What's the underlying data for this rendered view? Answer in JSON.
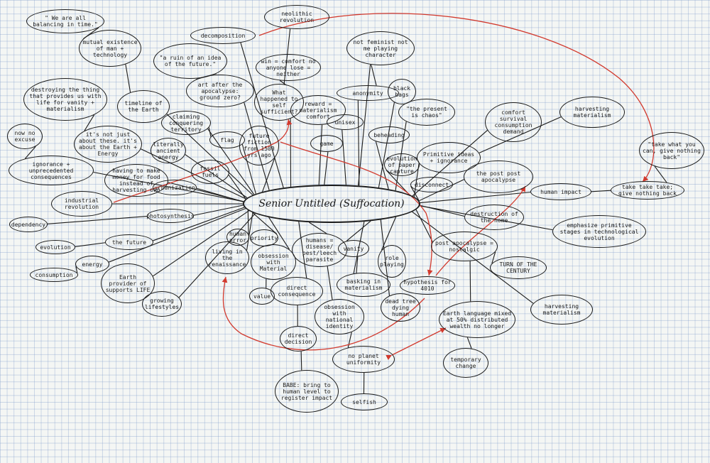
{
  "colors": {
    "ink": "#1b1b1b",
    "red": "#d23a2e",
    "grid": "#8fa7d1",
    "paper": "#f4f6f4"
  },
  "center": "Senior Untitled (Suffocation)",
  "nodes": [
    {
      "id": "n1",
      "text": "\" We are all balancing in time.\""
    },
    {
      "id": "n2",
      "text": "neolithic revolution"
    },
    {
      "id": "n3",
      "text": "decomposition"
    },
    {
      "id": "n4",
      "text": "mutual existence of man + technology"
    },
    {
      "id": "n5",
      "text": "not feminist not me playing character"
    },
    {
      "id": "n6",
      "text": "\"a ruin of an idea of the future.\""
    },
    {
      "id": "n7",
      "text": "win = comfort no anyone lose = neither"
    },
    {
      "id": "n8",
      "text": "art after the apocalypse: ground zero?"
    },
    {
      "id": "n9",
      "text": "What happened to self sufficient?"
    },
    {
      "id": "n10",
      "text": "reward = materialism comfort"
    },
    {
      "id": "n11",
      "text": "destroying the thing that provides us with life for vanity + materialism"
    },
    {
      "id": "n12",
      "text": "timeline of the Earth"
    },
    {
      "id": "n13",
      "text": "anonymity"
    },
    {
      "id": "n14",
      "text": "black bags"
    },
    {
      "id": "n15",
      "text": "unisex"
    },
    {
      "id": "n16",
      "text": "\"the present is chaos\""
    },
    {
      "id": "n17",
      "text": "comfort survival consumption demand"
    },
    {
      "id": "n18",
      "text": "harvesting materialism"
    },
    {
      "id": "n19",
      "text": "claiming conquering territory"
    },
    {
      "id": "n20",
      "text": "flag"
    },
    {
      "id": "n21",
      "text": "future fiction from 1500 yrs ago"
    },
    {
      "id": "n22",
      "text": "game"
    },
    {
      "id": "n23",
      "text": "beheading"
    },
    {
      "id": "n24",
      "text": "now no excuse"
    },
    {
      "id": "n25",
      "text": "it's not just about these. it's about the Earth + Energy"
    },
    {
      "id": "n26",
      "text": "literally ancient energy"
    },
    {
      "id": "n27",
      "text": "Primitive ideas + ignorance"
    },
    {
      "id": "n28",
      "text": "evolution of paper capture"
    },
    {
      "id": "n29",
      "text": "\"take what you can, give nothing back\""
    },
    {
      "id": "n30",
      "text": "fossil fuels"
    },
    {
      "id": "n31",
      "text": "ignorance + unprecedented consequences"
    },
    {
      "id": "n32",
      "text": "having to make money for food instead of harvesting own"
    },
    {
      "id": "n33",
      "text": "disconnect"
    },
    {
      "id": "n34",
      "text": "the post post apocalypse"
    },
    {
      "id": "n35",
      "text": "urbanization"
    },
    {
      "id": "n36",
      "text": "human impact"
    },
    {
      "id": "n37",
      "text": "take take take; give nothing back"
    },
    {
      "id": "n38",
      "text": "industrial revolution"
    },
    {
      "id": "n39",
      "text": "photosynthesis"
    },
    {
      "id": "n40",
      "text": "destruction of the home"
    },
    {
      "id": "n41",
      "text": "dependency"
    },
    {
      "id": "n42",
      "text": "emphasize primitive stages in technological evolution"
    },
    {
      "id": "n43",
      "text": "human error"
    },
    {
      "id": "n44",
      "text": "priority"
    },
    {
      "id": "n45",
      "text": "humans = disease/ pest/leech parasite"
    },
    {
      "id": "n46",
      "text": "vanity"
    },
    {
      "id": "n47",
      "text": "evolution"
    },
    {
      "id": "n48",
      "text": "the future"
    },
    {
      "id": "n49",
      "text": "living in the renaissance"
    },
    {
      "id": "n50",
      "text": "obsession with Material"
    },
    {
      "id": "n51",
      "text": "role playing"
    },
    {
      "id": "n52",
      "text": "post apocalypse = nostalgic"
    },
    {
      "id": "n53",
      "text": "energy"
    },
    {
      "id": "n54",
      "text": "TURN OF THE CENTURY"
    },
    {
      "id": "n55",
      "text": "consumption"
    },
    {
      "id": "n56",
      "text": "basking in materialism"
    },
    {
      "id": "n57",
      "text": "Earth provider of supports LIFE"
    },
    {
      "id": "n58",
      "text": "direct consequence"
    },
    {
      "id": "n59",
      "text": "hypothesis for 4010"
    },
    {
      "id": "n60",
      "text": "value"
    },
    {
      "id": "n61",
      "text": "dead tree dying human"
    },
    {
      "id": "n62",
      "text": "harvesting materialism"
    },
    {
      "id": "n63",
      "text": "growing lifestyles"
    },
    {
      "id": "n64",
      "text": "obsession with national identity"
    },
    {
      "id": "n65",
      "text": "Earth language mixed at 50% distributed wealth no longer"
    },
    {
      "id": "n66",
      "text": "direct decision"
    },
    {
      "id": "n67",
      "text": "no planet uniformity"
    },
    {
      "id": "n68",
      "text": "temporary change"
    },
    {
      "id": "n69",
      "text": "BABE: bring to human level to register impact"
    },
    {
      "id": "n70",
      "text": "selfish"
    }
  ]
}
